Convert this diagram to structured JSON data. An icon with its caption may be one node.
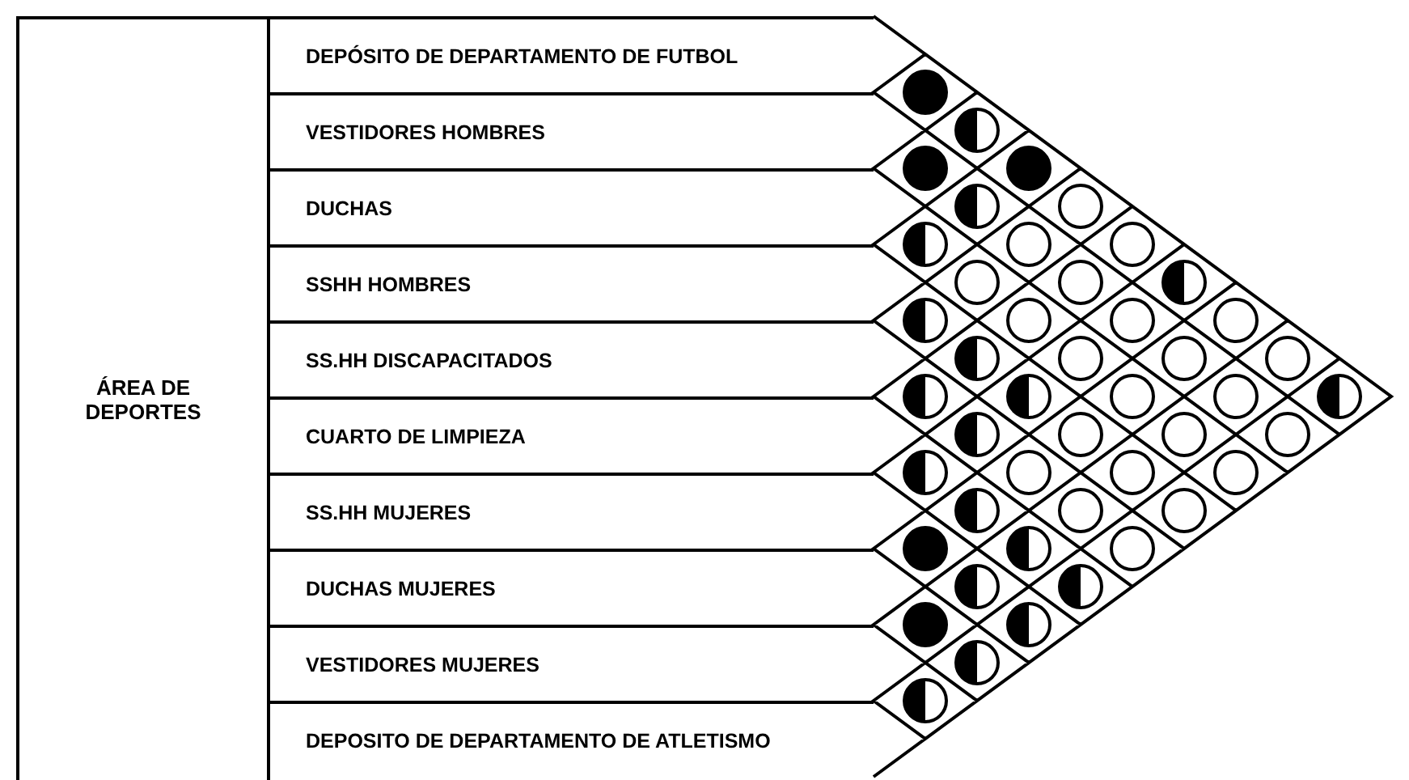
{
  "diagram": {
    "nodes": [
      {
        "text": [
          "ÁREA DE DEPORTES"
        ]
      },
      {
        "text": [
          "DEPÓSITO DE DEPARTAMENTO DE FUTBOL"
        ]
      },
      {
        "text": [
          "VESTIDORES HOMBRES"
        ]
      },
      {
        "text": [
          "DUCHAS"
        ]
      },
      {
        "text": [
          "SSHH HOMBRES"
        ]
      },
      {
        "text": [
          "SS.HH DISCAPACITADOS"
        ]
      },
      {
        "text": [
          "CUARTO DE LIMPIEZA"
        ]
      },
      {
        "text": [
          "SS.HH MUJERES"
        ]
      },
      {
        "text": [
          "DUCHAS MUJERES"
        ]
      },
      {
        "text": [
          "VESTIDORES MUJERES"
        ]
      },
      {
        "text": [
          "DEPOSITO DE DEPARTAMENTO DE ATLETISMO"
        ]
      }
    ]
  }
}
